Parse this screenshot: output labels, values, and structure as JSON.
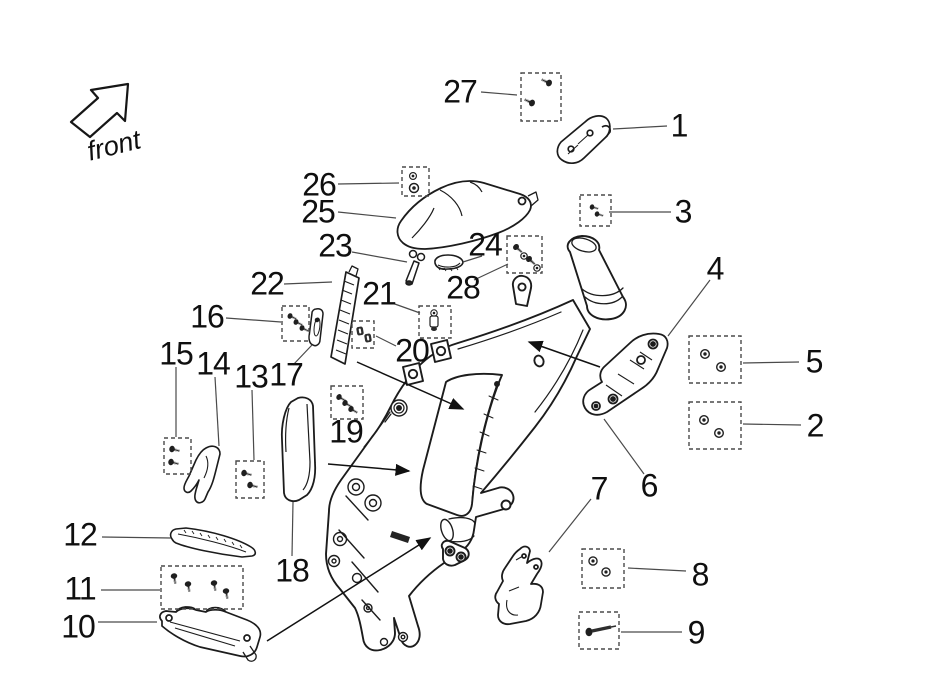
{
  "front_label": "front",
  "callouts": {
    "n1": "1",
    "n2": "2",
    "n3": "3",
    "n4": "4",
    "n5": "5",
    "n6": "6",
    "n7": "7",
    "n8": "8",
    "n9": "9",
    "n10": "10",
    "n11": "11",
    "n12": "12",
    "n13": "13",
    "n14": "14",
    "n15": "15",
    "n16": "16",
    "n17": "17",
    "n18": "18",
    "n19": "19",
    "n20": "20",
    "n21": "21",
    "n22": "22",
    "n23": "23",
    "n24": "24",
    "n25": "25",
    "n26": "26",
    "n27": "27",
    "n28": "28"
  },
  "colors": {
    "line": "#1c1c1c",
    "leader": "#4a4a4a",
    "background": "#ffffff"
  }
}
